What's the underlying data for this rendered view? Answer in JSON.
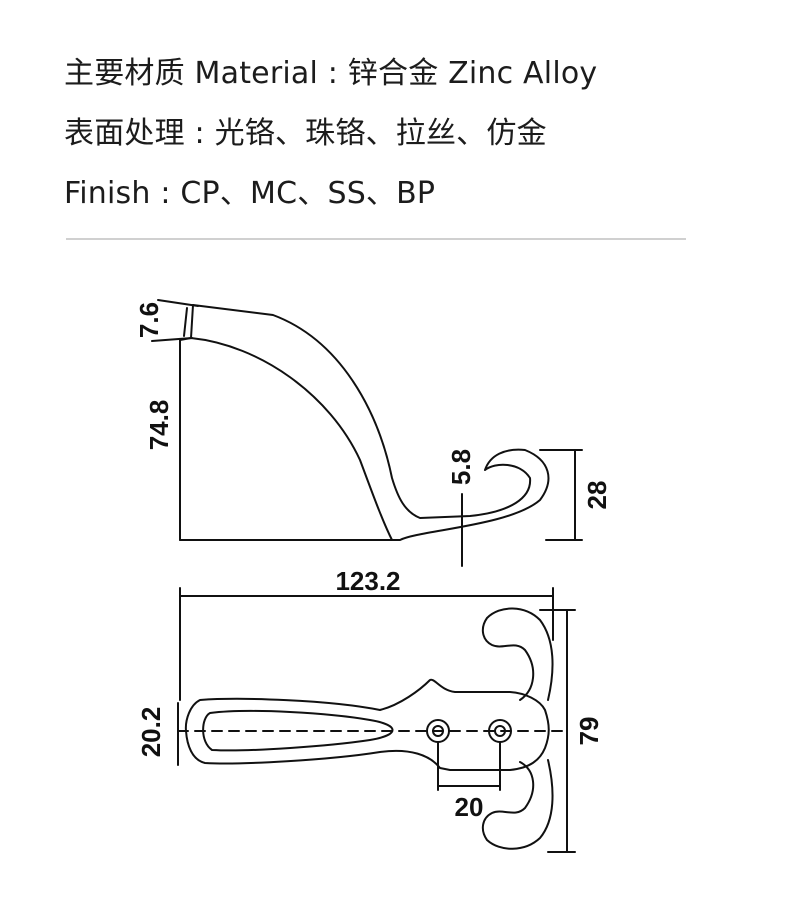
{
  "specs": {
    "material_line": "主要材质 Material : 锌合金 Zinc Alloy",
    "finish_cn_line": "表面处理 : 光铬、珠铬、拉丝、仿金",
    "finish_en_line": "Finish : CP、MC、SS、BP"
  },
  "dimensions": {
    "top_thickness": "7.6",
    "side_height": "74.8",
    "hook_thickness": "5.8",
    "hook_height": "28",
    "total_length": "123.2",
    "base_width": "20.2",
    "total_width": "79",
    "hole_spacing": "20"
  }
}
